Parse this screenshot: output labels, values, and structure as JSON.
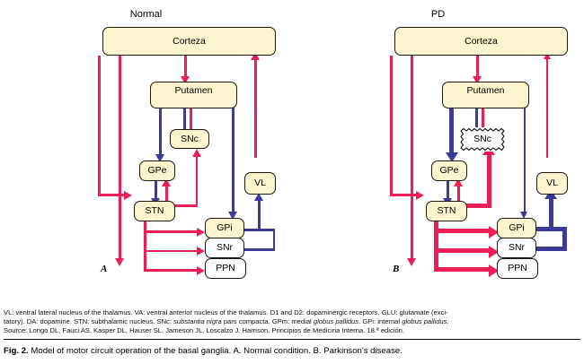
{
  "figure": {
    "number": "Fig. 2.",
    "caption": "Model of motor circuit operation of the basal ganglia. A. Normal condition. B. Parkinson's disease.",
    "footnote_line1": "VL: ventral lateral nucleus of the thalamus. VA: ventral anterior nucleus of the thalamus. D1 and D2: dopaminergic receptors. GLU: glutamate (exci-",
    "footnote_line2a": "tatory). DA: dopamine. STN: subthalamic nucleus. SNc: ",
    "footnote_line2b": "substantia nigra",
    "footnote_line2c": " pars compacta. GPm: medial ",
    "footnote_line2d": "globus pallidus",
    "footnote_line2e": ". GPi: internal ",
    "footnote_line2f": "globus pallidus",
    "footnote_line2g": ".",
    "footnote_line3": "Source: Longo DL, Fauci AS, Kasper DL, Hauser SL, Jameson JL, Loscalzo J. Harrison. Principios de Medicina Interna. 18.ª edición."
  },
  "colors": {
    "excitatory_red": "#ec1e56",
    "inhibitory_blue": "#3b3a96",
    "node_fill": "#fbf4cf",
    "node_fill_white": "#ffffff",
    "node_border": "#1a1a10"
  },
  "panels": [
    {
      "id": "normal",
      "title": "Normal",
      "letter": "A",
      "nodes": {
        "cortex": "Corteza",
        "putamen": "Putamen",
        "snc": "SNc",
        "gpe": "GPe",
        "stn": "STN",
        "vl": "VL",
        "gpi": "GPi",
        "snr": "SNr",
        "ppn": "PPN"
      }
    },
    {
      "id": "pd",
      "title": "PD",
      "letter": "B",
      "nodes": {
        "cortex": "Corteza",
        "putamen": "Putamen",
        "snc": "SNc",
        "gpe": "GPe",
        "stn": "STN",
        "vl": "VL",
        "gpi": "GPi",
        "snr": "SNr",
        "ppn": "PPN"
      }
    }
  ]
}
